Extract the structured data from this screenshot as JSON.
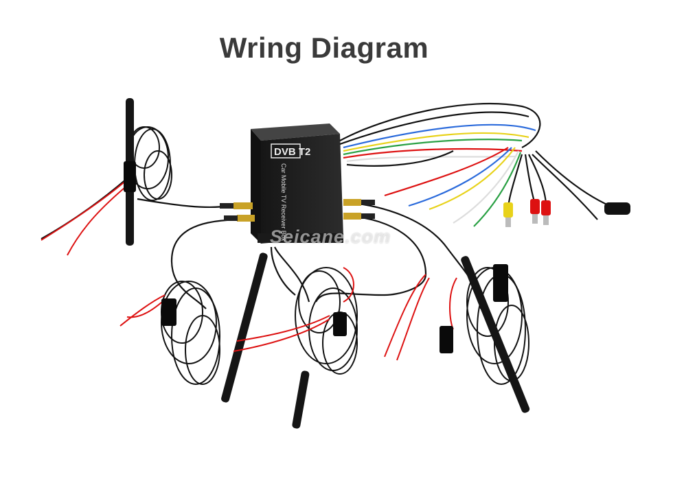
{
  "page": {
    "title": "Wring Diagram"
  },
  "product": {
    "logo": "DVB T2",
    "label": "Car Mobile TV Receiver Box"
  },
  "watermark": "Seicane.com"
}
